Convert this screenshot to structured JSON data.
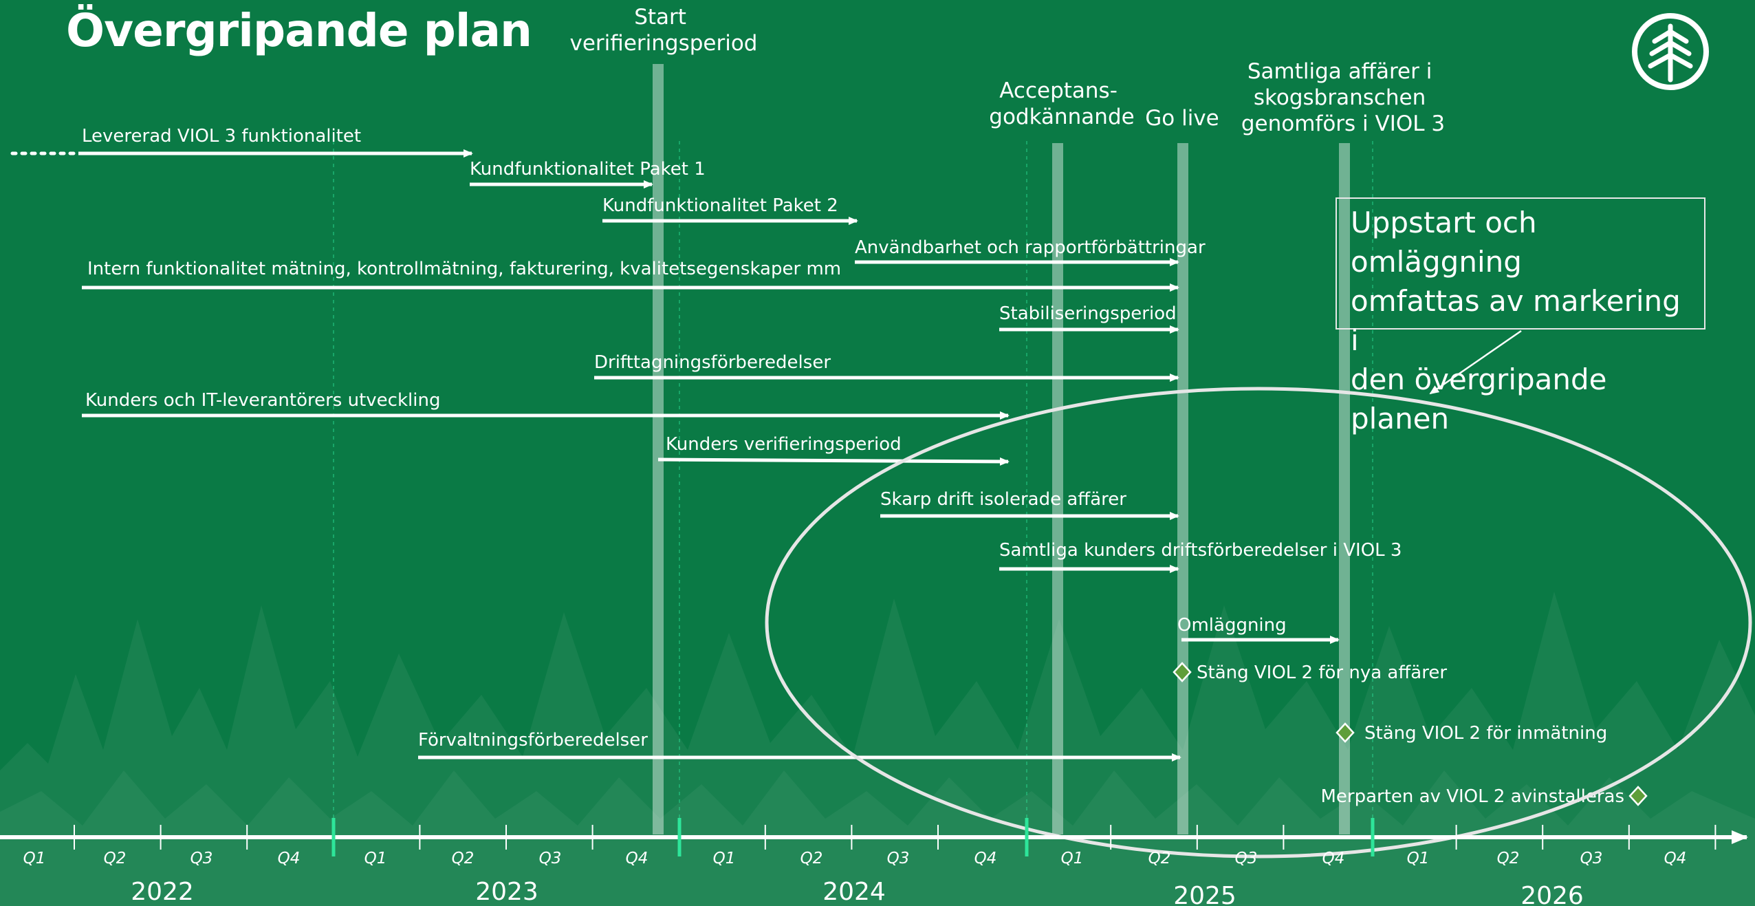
{
  "title": "Övergripande plan",
  "callout": "Uppstart och omläggning\nomfattas av markering i\nden övergripande planen",
  "milestones": [
    [
      "Start",
      "verifieringsperiod"
    ],
    [
      "Acceptans-",
      "godkännande"
    ],
    [
      "Go live"
    ],
    [
      "Samtliga affärer i",
      "skogsbranschen",
      "genomförs i VIOL 3"
    ]
  ],
  "tasks": [
    "Levererad VIOL 3 funktionalitet",
    "Kundfunktionalitet Paket 1",
    "Kundfunktionalitet Paket 2",
    "Användbarhet och rapportförbättringar",
    "Intern funktionalitet mätning, kontrollmätning, fakturering, kvalitetsegenskaper mm",
    "Stabiliseringsperiod",
    "Drifttagningsförberedelser",
    "Kunders och IT-leverantörers utveckling",
    "Kunders verifieringsperiod",
    "Skarp drift isolerade affärer",
    "Samtliga kunders driftsförberedelser i VIOL 3",
    "Omläggning",
    "Förvaltningsförberedelser"
  ],
  "events": [
    "Stäng VIOL 2 för nya affärer",
    "Stäng VIOL 2 för inmätning",
    "Merparten av VIOL 2 avinstalleras"
  ],
  "quarters": [
    "Q1",
    "Q2",
    "Q3",
    "Q4",
    "Q1",
    "Q2",
    "Q3",
    "Q4",
    "Q1",
    "Q2",
    "Q3",
    "Q4",
    "Q1",
    "Q2",
    "Q3",
    "Q4",
    "Q1",
    "Q2",
    "Q3",
    "Q4"
  ],
  "years": [
    "2022",
    "2023",
    "2024",
    "2025",
    "2026"
  ],
  "colors": {
    "background": "#0a7a45",
    "accent": "#2ee59a",
    "line": "#ffffff"
  }
}
